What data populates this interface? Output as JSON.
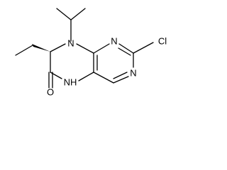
{
  "molecule": {
    "atoms": {
      "n8": "N",
      "n1": "N",
      "n3": "N",
      "n5": "NH",
      "n5_h": "H",
      "cl": "Cl",
      "o": "O"
    }
  },
  "colors": {
    "bond": "#000000",
    "label": "#000000",
    "background": "#ffffff"
  }
}
